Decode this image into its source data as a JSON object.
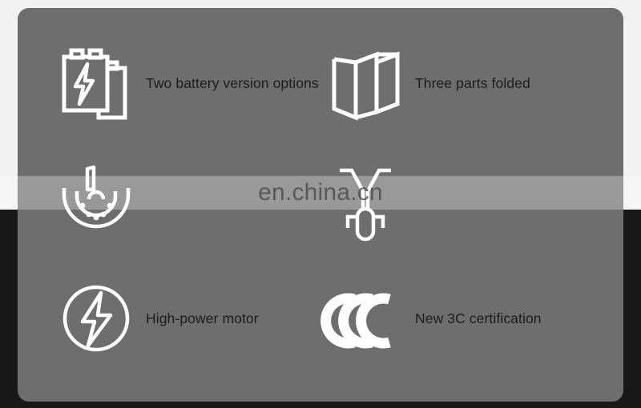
{
  "card": {
    "background_color": "#6e6e6e",
    "corner_radius": "14px"
  },
  "page_background": {
    "top_color": "#f2f2f2",
    "bottom_color": "#18181a"
  },
  "features": [
    {
      "id": "two-battery-version-options",
      "icon": "two-batteries-lightning-icon",
      "label": "Two battery version options",
      "label_visible": true
    },
    {
      "id": "three-parts-folded",
      "icon": "folded-panels-icon",
      "label": "Three parts folded",
      "label_visible": true
    },
    {
      "id": "disc-brake",
      "icon": "disc-brake-rotor-icon",
      "label": "",
      "label_visible": false
    },
    {
      "id": "scooter-front",
      "icon": "scooter-front-view-icon",
      "label": "",
      "label_visible": false
    },
    {
      "id": "high-power-motor",
      "icon": "lightning-bolt-circle-icon",
      "label": "High-power motor",
      "label_visible": true
    },
    {
      "id": "new-3c-certification",
      "icon": "ccc-certification-icon",
      "label": "New 3C certification",
      "label_visible": true
    }
  ],
  "watermark": {
    "text": "en.china.cn",
    "band_color": "rgba(255,255,255,0.30)",
    "text_color": "rgba(70,70,70,0.78)"
  },
  "icon_color": "#ffffff"
}
